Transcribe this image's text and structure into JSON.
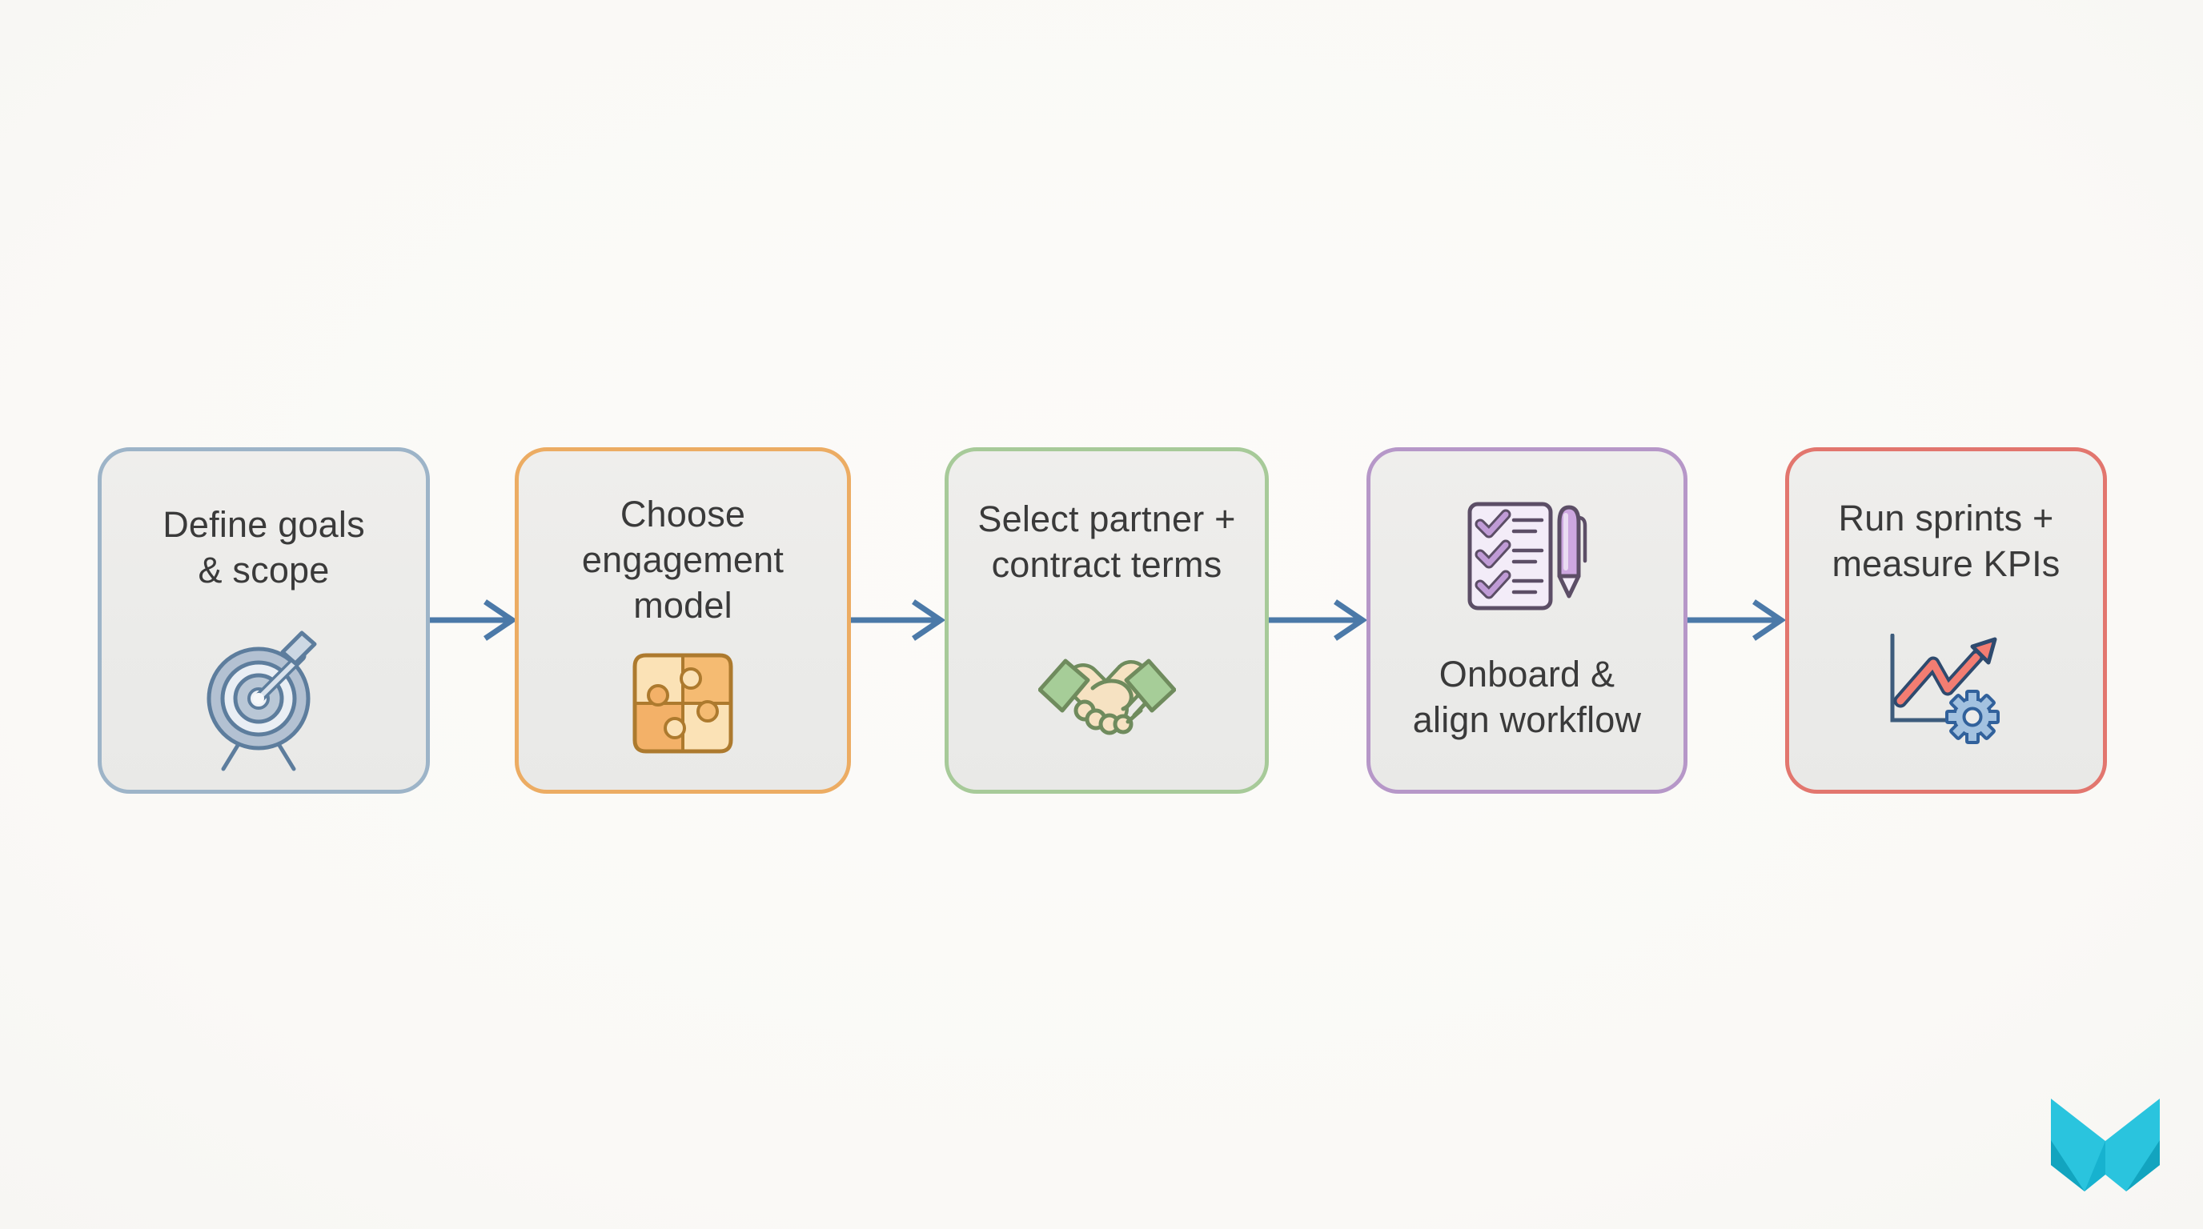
{
  "diagram": {
    "type": "process-flow",
    "background_color": "#fbfaf8",
    "node_fill_color": "#ebebe9",
    "text_color": "#3a3a3a",
    "arrow_color": "#4b79a8",
    "arrow_count": 4
  },
  "steps": [
    {
      "label": "Define goals\n& scope",
      "accent": "#9db4c8",
      "icon": "target-icon"
    },
    {
      "label": "Choose\nengagement\nmodel",
      "accent": "#ecac63",
      "icon": "puzzle-icon"
    },
    {
      "label": "Select partner +\ncontract terms",
      "accent": "#a7ca99",
      "icon": "handshake-icon"
    },
    {
      "label": "Onboard &\nalign workflow",
      "accent": "#b697c8",
      "icon": "checklist-pen-icon"
    },
    {
      "label": "Run sprints +\nmeasure KPIs",
      "accent": "#e2766e",
      "icon": "growth-chart-gear-icon"
    }
  ],
  "logo": {
    "shape": "faceted letter M",
    "color_bright": "#2ac4de",
    "color_dark": "#12a4bf"
  }
}
